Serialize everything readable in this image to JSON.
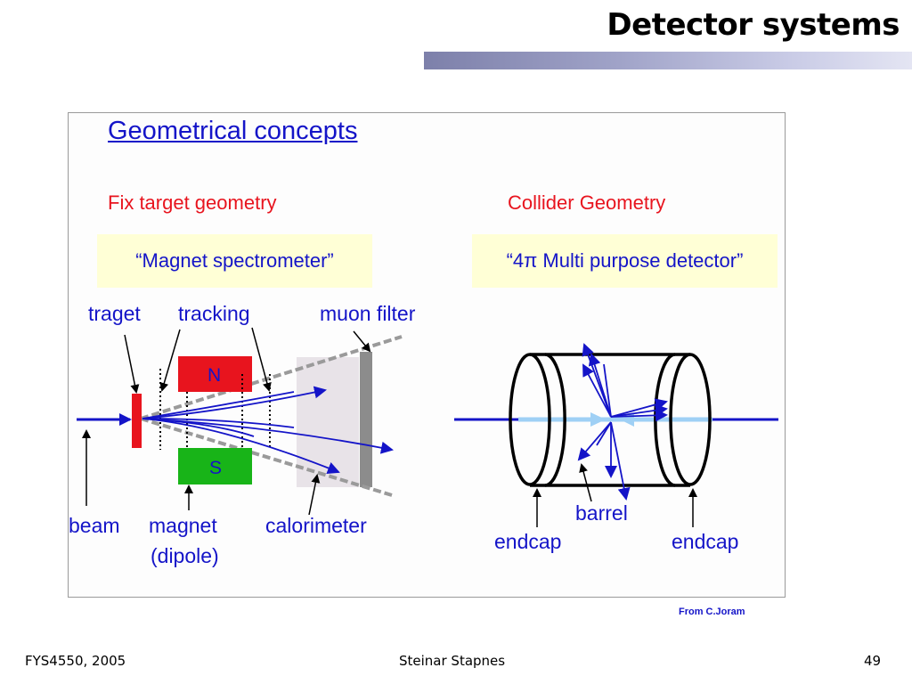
{
  "slide": {
    "title": "Detector systems",
    "credit": "From C.Joram",
    "footer": {
      "left": "FYS4550, 2005",
      "center": "Steinar Stapnes",
      "right": "49"
    }
  },
  "figure": {
    "heading": "Geometrical concepts",
    "fixed_target": {
      "heading": "Fix target geometry",
      "box_label": "“Magnet spectrometer”",
      "labels": {
        "target": "traget",
        "tracking": "tracking",
        "muon_filter": "muon filter",
        "magnet_north": "N",
        "magnet_south": "S",
        "beam": "beam",
        "magnet": "magnet",
        "dipole": "(dipole)",
        "calorimeter": "calorimeter"
      }
    },
    "collider": {
      "heading": "Collider Geometry",
      "box_label": "“4π Multi purpose detector”",
      "labels": {
        "barrel": "barrel",
        "endcap_left": "endcap",
        "endcap_right": "endcap"
      }
    },
    "colors": {
      "label_blue": "#1414c8",
      "heading_red": "#e8141e",
      "magnet_north": "#e8141e",
      "magnet_south": "#18b418",
      "box_fill": "#ffffd6"
    }
  }
}
